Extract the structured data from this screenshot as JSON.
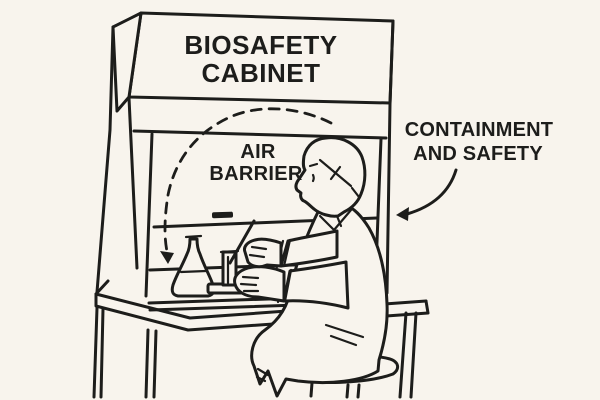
{
  "colors": {
    "background": "#f8f4ed",
    "ink": "#1d1d1b"
  },
  "labels": {
    "cabinet_title_line1": "BIOSAFETY",
    "cabinet_title_line2": "CABINET",
    "air_barrier_line1": "AIR",
    "air_barrier_line2": "BARRIER",
    "callout_line1": "CONTAINMENT",
    "callout_line2": "AND SAFETY"
  },
  "icons": {
    "air_barrier_arrow": "dashed-curved-arrow-down",
    "callout_arrow": "curved-arrow-left"
  }
}
